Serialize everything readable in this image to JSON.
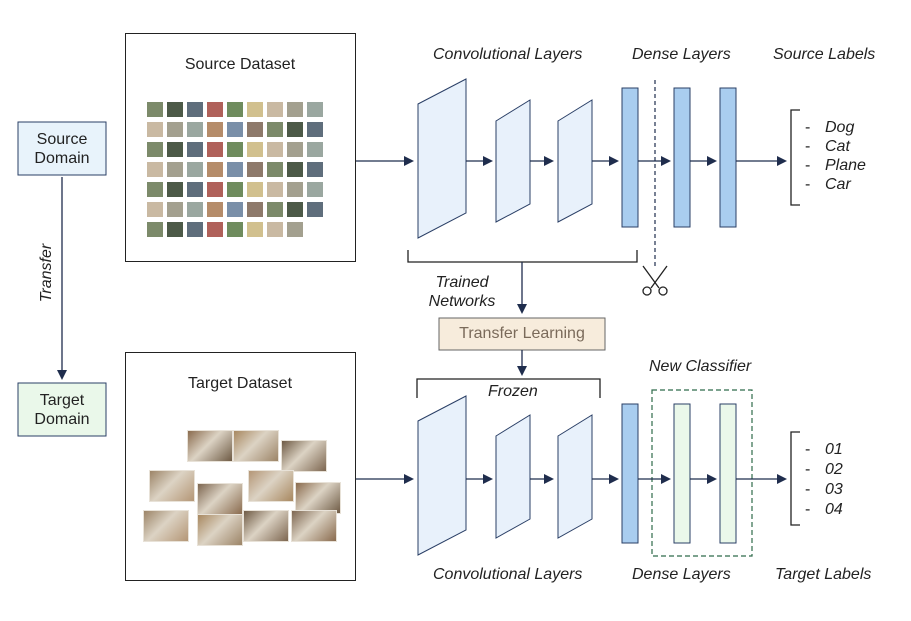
{
  "colors": {
    "layer_fill": "#e8f1fb",
    "layer_stroke": "#2a3f66",
    "dense_fill": "#a9cdef",
    "classifier_fill": "#eaf8ea",
    "source_domain_fill": "#e8f3fb",
    "target_domain_fill": "#eaf8ea",
    "transfer_box_fill": "#f7ecdc",
    "arrow": "#1f2d4d"
  },
  "source_domain": {
    "line1": "Source",
    "line2": "Domain"
  },
  "target_domain": {
    "line1": "Target",
    "line2": "Domain"
  },
  "transfer_label": "Transfer",
  "source_dataset_title": "Source Dataset",
  "target_dataset_title": "Target Dataset",
  "top": {
    "conv_label": "Convolutional Layers",
    "dense_label": "Dense Layers",
    "labels_title": "Source Labels",
    "labels": [
      "Dog",
      "Cat",
      "Plane",
      "Car"
    ],
    "trained_line1": "Trained",
    "trained_line2": "Networks"
  },
  "transfer_learning": "Transfer Learning",
  "bottom": {
    "frozen_label": "Frozen",
    "new_classifier_label": "New Classifier",
    "conv_label": "Convolutional Layers",
    "dense_label": "Dense Layers",
    "labels_title": "Target Labels",
    "labels": [
      "01",
      "02",
      "03",
      "04"
    ]
  },
  "list_dash": "-",
  "icons": {
    "scissors": "scissors-icon"
  }
}
